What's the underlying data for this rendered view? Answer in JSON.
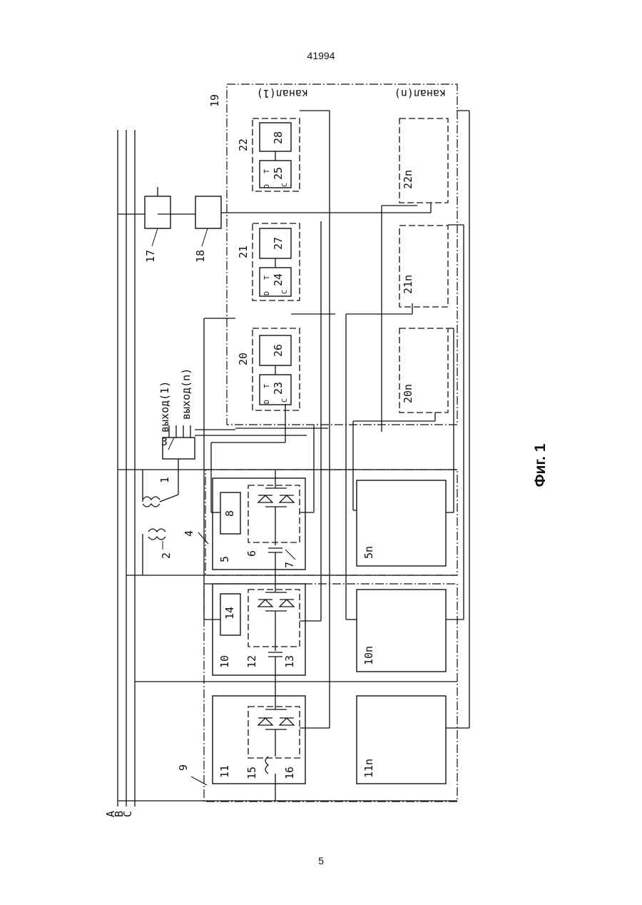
{
  "page": {
    "top_number": "41994",
    "bottom_number": "5",
    "figure_caption": "Фиг. 1"
  },
  "diagram": {
    "phase_labels": [
      "A",
      "B",
      "C"
    ],
    "outputs": [
      "выход(1)",
      "выход(n)"
    ],
    "channels": [
      "канал(1)",
      "канал(n)"
    ],
    "trigger_pins": {
      "d": "D",
      "t": "T",
      "c": "C"
    },
    "labels": {
      "l1": "1",
      "l2": "2",
      "l3": "3",
      "l4": "4",
      "l5": "5",
      "l6": "6",
      "l7": "7",
      "l8": "8",
      "l9": "9",
      "l10": "10",
      "l11": "11",
      "l12": "12",
      "l13": "13",
      "l14": "14",
      "l15": "15",
      "l16": "16",
      "l17": "17",
      "l18": "18",
      "l19": "19",
      "l20": "20",
      "l21": "21",
      "l22": "22",
      "l23": "23",
      "l24": "24",
      "l25": "25",
      "l26": "26",
      "l27": "27",
      "l28": "28",
      "l5n": "5n",
      "l10n": "10n",
      "l11n": "11n",
      "l20n": "20n",
      "l21n": "21n",
      "l22n": "22n"
    }
  }
}
